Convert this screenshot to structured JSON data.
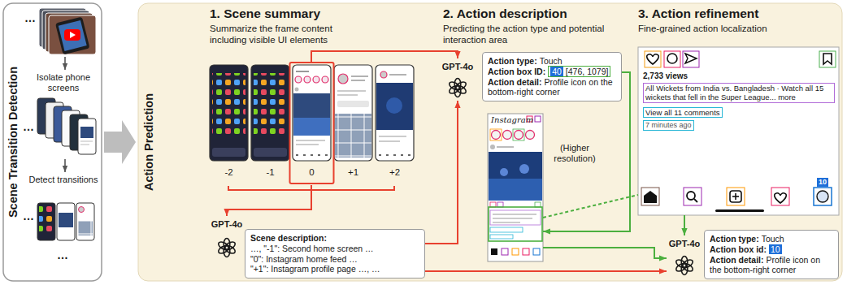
{
  "diagram": {
    "nodes": [
      {
        "text": [
          "Scene Transition Detection"
        ]
      },
      {
        "text": [
          "Action Prediction"
        ]
      },
      {
        "text": [
          "-2",
          "-1",
          "0",
          "+1",
          "+2"
        ],
        "in": 1
      },
      {
        "text": [
          "GPT-4o"
        ],
        "in": 1
      },
      {
        "text": [
          "Scene description:",
          "…, \"-1\": Second home screen …",
          "\"0\": Instagram home feed …",
          "\"+1\": Instagram profile page …, …"
        ],
        "in": 1
      },
      {
        "text": [
          "GPT-4o"
        ],
        "in": 1
      },
      {
        "text": [
          "Action type:",
          "Touch",
          "Action box ID:",
          "40",
          "[476, 1079]",
          "Action detail:",
          "Profile icon on the bottom-right corner"
        ],
        "in": 1
      },
      {
        "text": [
          "Instagram"
        ],
        "in": 1
      },
      {
        "text": [
          "2,733 views",
          "All Wickets from India vs. Bangladesh · Watch all 15 wickets that fell in the Super League... more",
          "View all 11 comments",
          "7 minutes ago"
        ],
        "in": 1
      },
      {
        "text": [
          "GPT-4o"
        ],
        "in": 1
      },
      {
        "text": [
          "Action type:",
          "Touch",
          "Action box id:",
          "10",
          "Action detail:",
          "Profile icon on the bottom-right corner"
        ],
        "in": 1
      }
    ],
    "edges": [
      {
        "from": 2,
        "to": 3,
        "arrow": "to"
      },
      {
        "from": 2,
        "to": 5,
        "arrow": "to"
      },
      {
        "from": 4,
        "to": 5,
        "arrow": "to"
      },
      {
        "from": 6,
        "to": 7,
        "arrow": "to"
      },
      {
        "from": 7,
        "to": 8,
        "arrow": "none"
      },
      {
        "from": 8,
        "to": 9,
        "arrow": "to"
      },
      {
        "from": 7,
        "to": 9,
        "arrow": "to"
      },
      {
        "from": 4,
        "to": 9,
        "arrow": "to"
      }
    ],
    "labels": [
      "…",
      "Isolate phone screens",
      "…",
      "Detect transitions",
      "…",
      "…",
      "1. Scene summary",
      "Summarize the frame content including visible UI elements",
      "2. Action description",
      "Predicting the action type and potential interaction area",
      "3. Action refinement",
      "Fine-grained action localization",
      "(Higher resolution)",
      "10"
    ]
  }
}
